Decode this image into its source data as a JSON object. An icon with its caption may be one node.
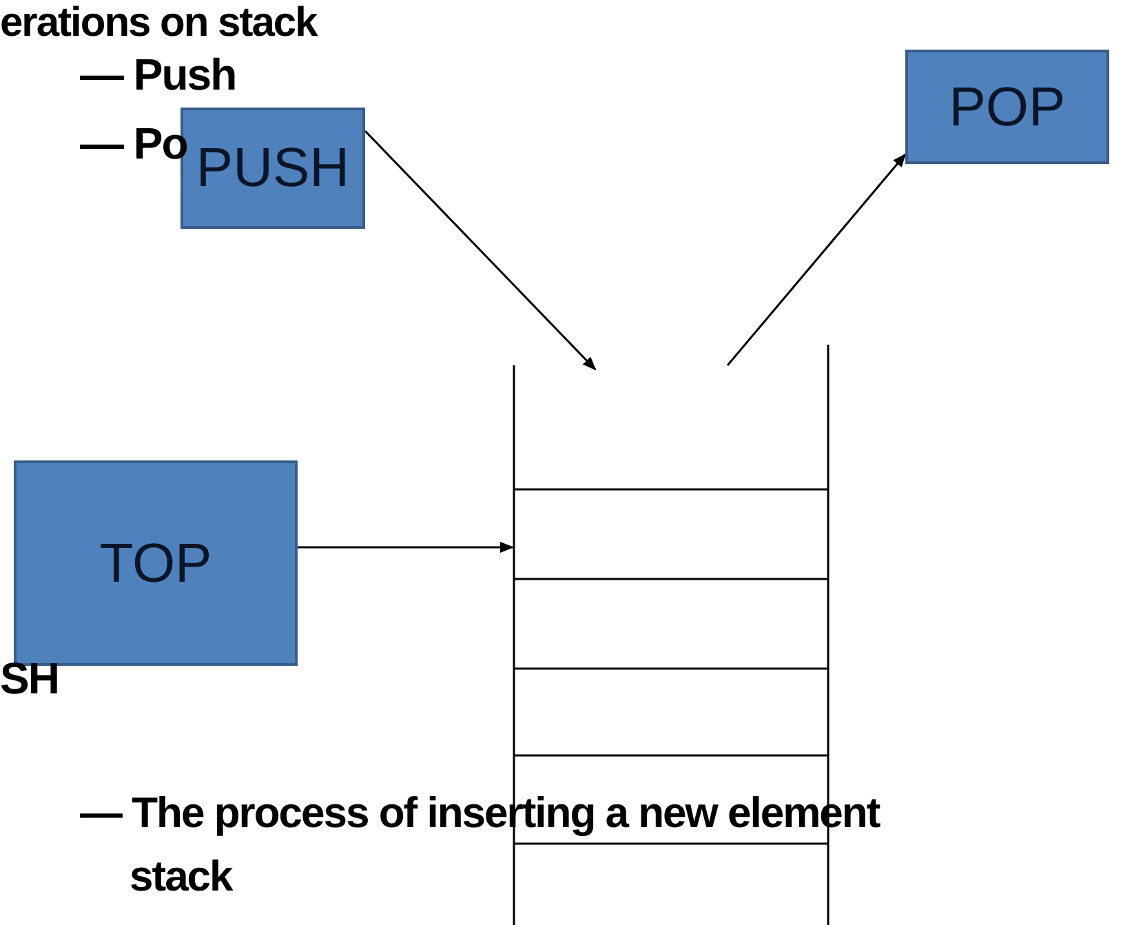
{
  "diagram": {
    "nodes": [
      {
        "text": [
          "PUSH"
        ]
      },
      {
        "text": [
          "POP"
        ]
      },
      {
        "text": [
          "TOP"
        ]
      },
      {
        "text": [],
        "shape": "box"
      }
    ],
    "edges": [
      {
        "from": 0,
        "to": 3,
        "arrow": "to"
      },
      {
        "from": 3,
        "to": 1,
        "arrow": "to"
      },
      {
        "from": 2,
        "to": 3,
        "arrow": "to"
      }
    ],
    "labels": [
      "erations on stack",
      "— Push",
      "— Po",
      "SH",
      "— The process of inserting a new element",
      "stack"
    ]
  }
}
